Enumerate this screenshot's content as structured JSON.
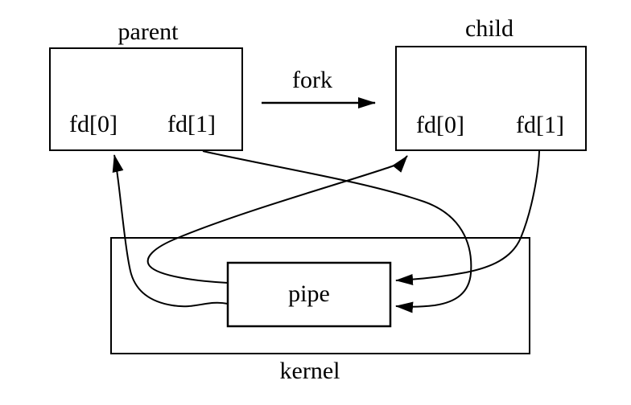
{
  "diagram": {
    "type": "process-pipe-diagram",
    "colors": {
      "stroke": "#000000",
      "background": "#ffffff"
    },
    "labels": {
      "parent": "parent",
      "child": "child",
      "fork": "fork",
      "pipe": "pipe",
      "kernel": "kernel",
      "parent_fd0": "fd[0]",
      "parent_fd1": "fd[1]",
      "child_fd0": "fd[0]",
      "child_fd1": "fd[1]"
    },
    "connections": [
      {
        "from": "parent",
        "to": "child",
        "label": "fork"
      },
      {
        "from": "parent fd[1]",
        "to": "pipe"
      },
      {
        "from": "child fd[1]",
        "to": "pipe"
      },
      {
        "from": "pipe",
        "to": "parent fd[0]"
      },
      {
        "from": "pipe",
        "to": "child fd[0]"
      }
    ]
  }
}
